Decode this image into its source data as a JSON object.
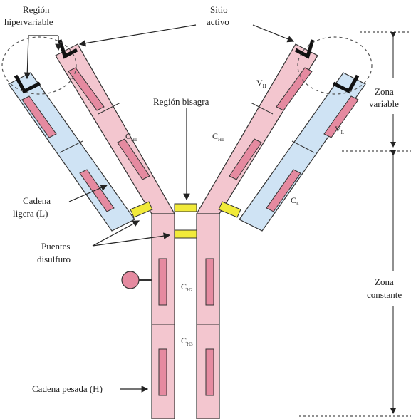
{
  "labels": {
    "region_hipervariable_1": "Región",
    "region_hipervariable_2": "hipervariable",
    "sitio_activo_1": "Sitio",
    "sitio_activo_2": "activo",
    "region_bisagra": "Región bisagra",
    "vh": "V",
    "vh_sub": "H",
    "vl": "V",
    "vl_sub": "L",
    "ch1_left": "C",
    "ch1_left_sub": "H1",
    "ch1_right": "C",
    "ch1_right_sub": "H1",
    "cl": "C",
    "cl_sub": "L",
    "ch2": "C",
    "ch2_sub": "H2",
    "ch3": "C",
    "ch3_sub": "H3",
    "zona_variable_1": "Zona",
    "zona_variable_2": "variable",
    "zona_constante_1": "Zona",
    "zona_constante_2": "constante",
    "cadena_ligera_1": "Cadena",
    "cadena_ligera_2": "ligera (L)",
    "puentes_1": "Puentes",
    "puentes_2": "disulfuro",
    "cadena_pesada": "Cadena pesada (H)"
  },
  "colors": {
    "heavy_chain": "#f3c6cf",
    "light_chain": "#cfe3f4",
    "domain_bar": "#e58aa0",
    "disulfide": "#f1ea3a",
    "outline": "#333333"
  }
}
